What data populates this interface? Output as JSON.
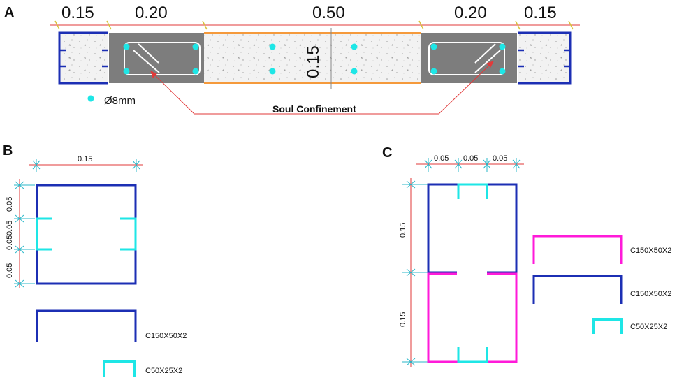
{
  "panel_a": {
    "letter": "A",
    "dims": [
      "0.15",
      "0.20",
      "0.50",
      "0.20",
      "0.15"
    ],
    "height_dim": "0.15",
    "legend": "Ø8mm",
    "callout": "Soul Confinement"
  },
  "panel_b": {
    "letter": "B",
    "top_dim": "0.15",
    "side_dims": [
      "0.05",
      "0.05",
      "0.05",
      "0.05"
    ],
    "labels": [
      "C150X50X2",
      "C50X25X2"
    ]
  },
  "panel_c": {
    "letter": "C",
    "top_dims": [
      "0.05",
      "0.05",
      "0.05"
    ],
    "side_dims": [
      "0.15",
      "0.15"
    ],
    "labels": [
      "C150X50X2",
      "C150X50X2",
      "C50X25X2"
    ]
  },
  "colors": {
    "blue": "#1c2fb4",
    "cyan": "#1ee6e6",
    "magenta": "#ff1ad9",
    "orange": "#f59a3c",
    "gray": "#7d7d7d",
    "red": "#e23a3a"
  }
}
